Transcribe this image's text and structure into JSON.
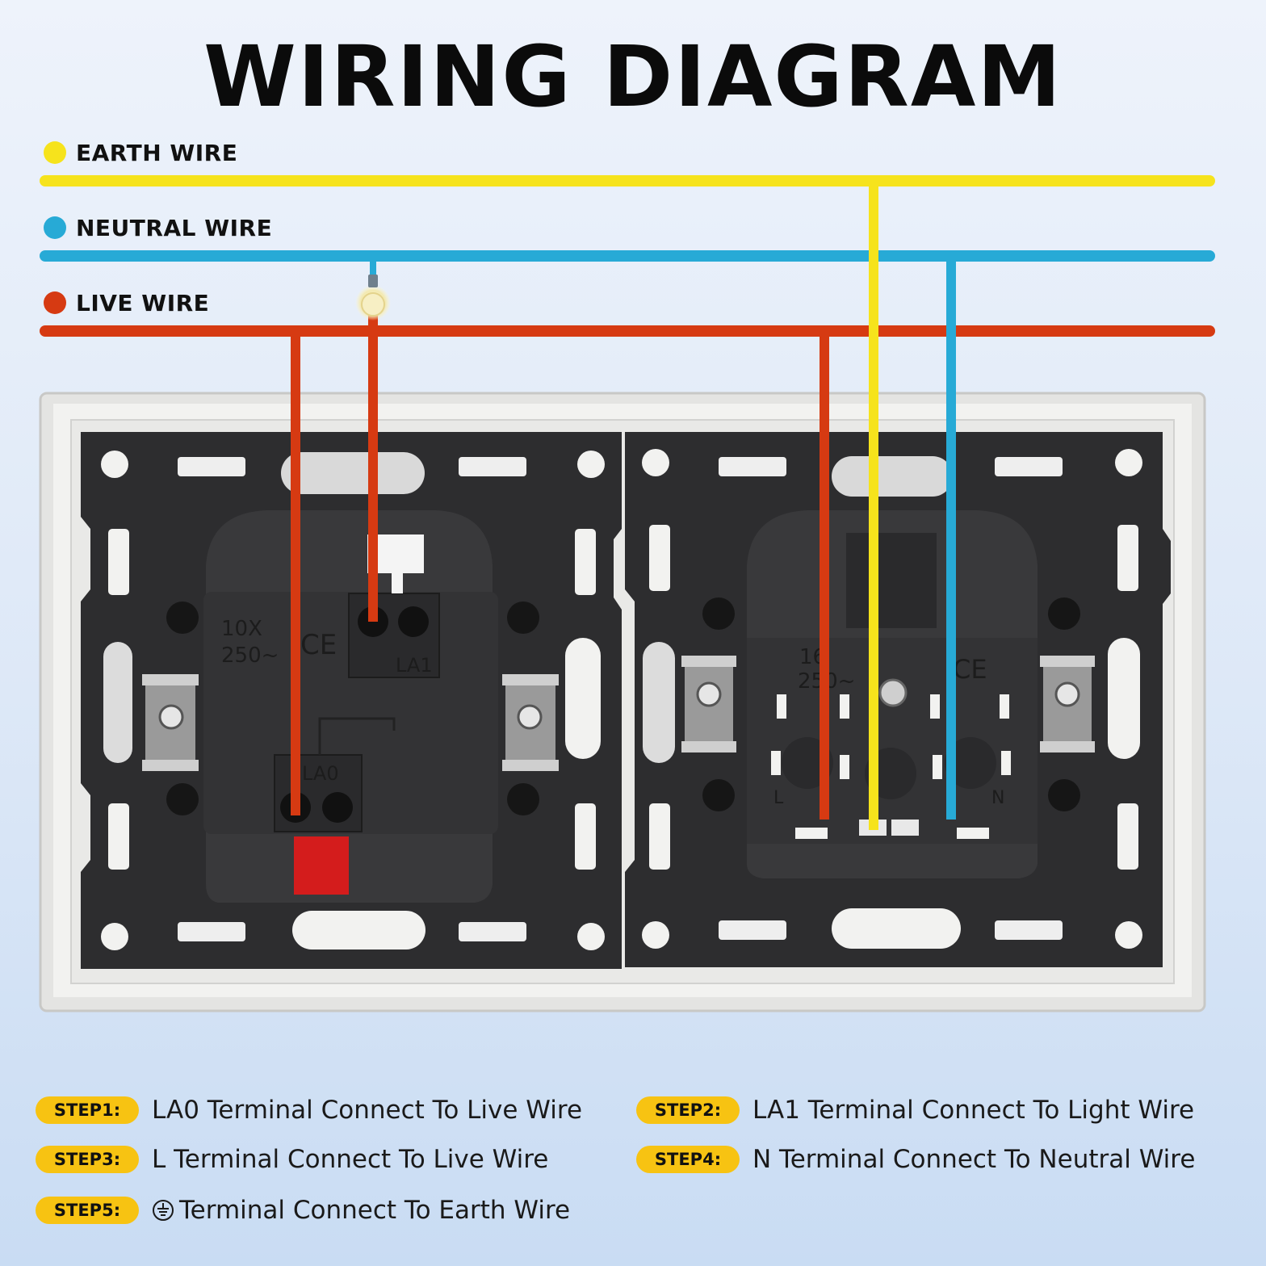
{
  "title": "WIRING DIAGRAM",
  "legend": [
    {
      "label": "EARTH WIRE",
      "color": "#f6e31c"
    },
    {
      "label": "NEUTRAL WIRE",
      "color": "#27aad6"
    },
    {
      "label": "LIVE WIRE",
      "color": "#d63a12"
    }
  ],
  "module_labels": {
    "switch_rating_top": "10X",
    "switch_rating_bottom": "250~",
    "switch_ce": "CE",
    "switch_la1": "LA1",
    "switch_la0": "LA0",
    "socket_rating_top": "16",
    "socket_rating_bottom": "250~",
    "socket_ce": "CE",
    "socket_l": "L",
    "socket_n": "N"
  },
  "steps": [
    {
      "badge": "STEP1:",
      "text": "LA0 Terminal Connect To Live Wire"
    },
    {
      "badge": "STEP2:",
      "text": "LA1 Terminal Connect To Light Wire"
    },
    {
      "badge": "STEP3:",
      "text": "L Terminal Connect To Live Wire"
    },
    {
      "badge": "STEP4:",
      "text": "N Terminal Connect To Neutral Wire"
    },
    {
      "badge": "STEP5:",
      "text": "Terminal Connect To Earth Wire"
    }
  ]
}
